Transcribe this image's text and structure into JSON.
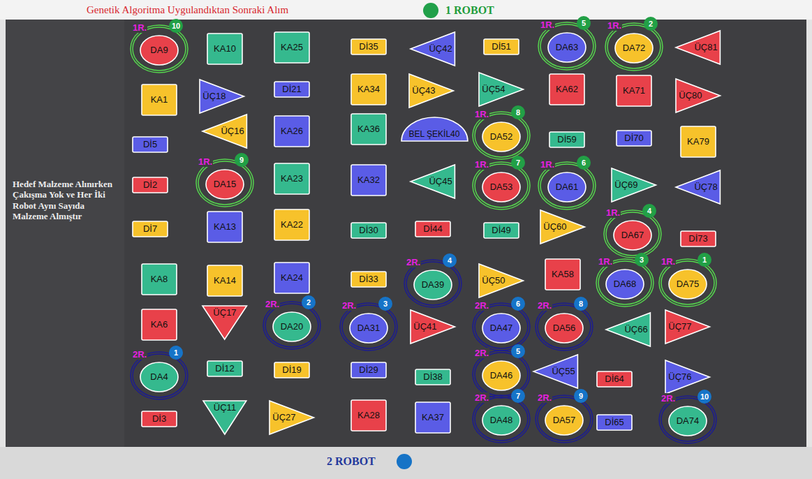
{
  "diagram": {
    "title": "Genetik Algoritma Uygulandıktan Sonraki Alım",
    "nodes": [
      {
        "text": [
          "1R.",
          "10"
        ]
      },
      {
        "text": [
          "DA9"
        ],
        "in": 0
      },
      {
        "text": [
          "KA10"
        ]
      },
      {
        "text": [
          "KA25"
        ]
      },
      {
        "text": [
          "Dİ35"
        ]
      },
      {
        "text": [
          "ÜÇ42"
        ]
      },
      {
        "text": [
          "Dİ51"
        ]
      },
      {
        "text": [
          "1R.",
          "5"
        ]
      },
      {
        "text": [
          "DA63"
        ],
        "in": 7
      },
      {
        "text": [
          "1R.",
          "2"
        ]
      },
      {
        "text": [
          "DA72"
        ],
        "in": 9
      },
      {
        "text": [
          "ÜÇ81"
        ]
      },
      {
        "text": [
          "KA1"
        ]
      },
      {
        "text": [
          "ÜÇ18"
        ]
      },
      {
        "text": [
          "Dİ21"
        ]
      },
      {
        "text": [
          "KA34"
        ]
      },
      {
        "text": [
          "ÜÇ43"
        ]
      },
      {
        "text": [
          "ÜÇ54"
        ]
      },
      {
        "text": [
          "KA62"
        ]
      },
      {
        "text": [
          "KA71"
        ]
      },
      {
        "text": [
          "ÜÇ80"
        ]
      },
      {
        "text": [
          "Dİ5"
        ]
      },
      {
        "text": [
          "ÜÇ16"
        ]
      },
      {
        "text": [
          "KA26"
        ]
      },
      {
        "text": [
          "KA36"
        ]
      },
      {
        "text": [
          "BEL ŞEKİL40"
        ]
      },
      {
        "text": [
          "1R.",
          "8"
        ]
      },
      {
        "text": [
          "DA52"
        ],
        "in": 26
      },
      {
        "text": [
          "Dİ59"
        ]
      },
      {
        "text": [
          "Dİ70"
        ]
      },
      {
        "text": [
          "KA79"
        ]
      },
      {
        "text": [
          "Dİ2"
        ]
      },
      {
        "text": [
          "1R.",
          "9"
        ]
      },
      {
        "text": [
          "DA15"
        ],
        "in": 32
      },
      {
        "text": [
          "KA23"
        ]
      },
      {
        "text": [
          "KA32"
        ]
      },
      {
        "text": [
          "ÜÇ45"
        ]
      },
      {
        "text": [
          "1R.",
          "7"
        ]
      },
      {
        "text": [
          "DA53"
        ],
        "in": 37
      },
      {
        "text": [
          "1R.",
          "6"
        ]
      },
      {
        "text": [
          "DA61"
        ],
        "in": 39
      },
      {
        "text": [
          "ÜÇ69"
        ]
      },
      {
        "text": [
          "ÜÇ78"
        ]
      },
      {
        "text": [
          "Dİ7"
        ]
      },
      {
        "text": [
          "KA13"
        ]
      },
      {
        "text": [
          "KA22"
        ]
      },
      {
        "text": [
          "Dİ30"
        ]
      },
      {
        "text": [
          "Dİ44"
        ]
      },
      {
        "text": [
          "Dİ49"
        ]
      },
      {
        "text": [
          "ÜÇ60"
        ]
      },
      {
        "text": [
          "1R.",
          "4"
        ]
      },
      {
        "text": [
          "DA67"
        ],
        "in": 50
      },
      {
        "text": [
          "Dİ73"
        ]
      },
      {
        "text": [
          "KA8"
        ]
      },
      {
        "text": [
          "KA14"
        ]
      },
      {
        "text": [
          "KA24"
        ]
      },
      {
        "text": [
          "Dİ33"
        ]
      },
      {
        "text": [
          "2R.",
          "4"
        ]
      },
      {
        "text": [
          "DA39"
        ],
        "in": 57
      },
      {
        "text": [
          "ÜÇ50"
        ]
      },
      {
        "text": [
          "KA58"
        ]
      },
      {
        "text": [
          "1R.",
          "3"
        ]
      },
      {
        "text": [
          "DA68"
        ],
        "in": 61
      },
      {
        "text": [
          "1R.",
          "1"
        ]
      },
      {
        "text": [
          "DA75"
        ],
        "in": 63
      },
      {
        "text": [
          "KA6"
        ]
      },
      {
        "text": [
          "ÜÇ17"
        ]
      },
      {
        "text": [
          "2R.",
          "2"
        ]
      },
      {
        "text": [
          "DA20"
        ],
        "in": 67
      },
      {
        "text": [
          "2R.",
          "3"
        ]
      },
      {
        "text": [
          "DA31"
        ],
        "in": 69
      },
      {
        "text": [
          "ÜÇ41"
        ]
      },
      {
        "text": [
          "2R.",
          "6"
        ]
      },
      {
        "text": [
          "DA47"
        ],
        "in": 72
      },
      {
        "text": [
          "2R.",
          "8"
        ]
      },
      {
        "text": [
          "DA56"
        ],
        "in": 74
      },
      {
        "text": [
          "ÜÇ66"
        ]
      },
      {
        "text": [
          "ÜÇ77"
        ]
      },
      {
        "text": [
          "2R.",
          "1"
        ]
      },
      {
        "text": [
          "DA4"
        ],
        "in": 78
      },
      {
        "text": [
          "Dİ12"
        ]
      },
      {
        "text": [
          "Dİ19"
        ]
      },
      {
        "text": [
          "Dİ29"
        ]
      },
      {
        "text": [
          "Dİ38"
        ]
      },
      {
        "text": [
          "2R.",
          "5"
        ]
      },
      {
        "text": [
          "DA46"
        ],
        "in": 84
      },
      {
        "text": [
          "ÜÇ55"
        ]
      },
      {
        "text": [
          "Dİ64"
        ]
      },
      {
        "text": [
          "ÜÇ76"
        ]
      },
      {
        "text": [
          "Dİ3"
        ]
      },
      {
        "text": [
          "ÜÇ11"
        ]
      },
      {
        "text": [
          "ÜÇ27"
        ]
      },
      {
        "text": [
          "KA28"
        ]
      },
      {
        "text": [
          "KA37"
        ]
      },
      {
        "text": [
          "2R.",
          "7"
        ]
      },
      {
        "text": [
          "DA48"
        ],
        "in": 94
      },
      {
        "text": [
          "2R.",
          "9"
        ]
      },
      {
        "text": [
          "DA57"
        ],
        "in": 96
      },
      {
        "text": [
          "Dİ65"
        ]
      },
      {
        "text": [
          "2R.",
          "10"
        ]
      },
      {
        "text": [
          "DA74"
        ],
        "in": 99
      }
    ],
    "labels": [
      "Hedef Malzeme Alınırken Çakışma Yok ve Her İki Robot Aynı Sayıda Malzeme Almıştır"
    ],
    "legend": [
      {
        "text": "1 ROBOT",
        "color": "#21a04a"
      },
      {
        "text": "2 ROBOT",
        "color": "#1673c6"
      }
    ]
  }
}
